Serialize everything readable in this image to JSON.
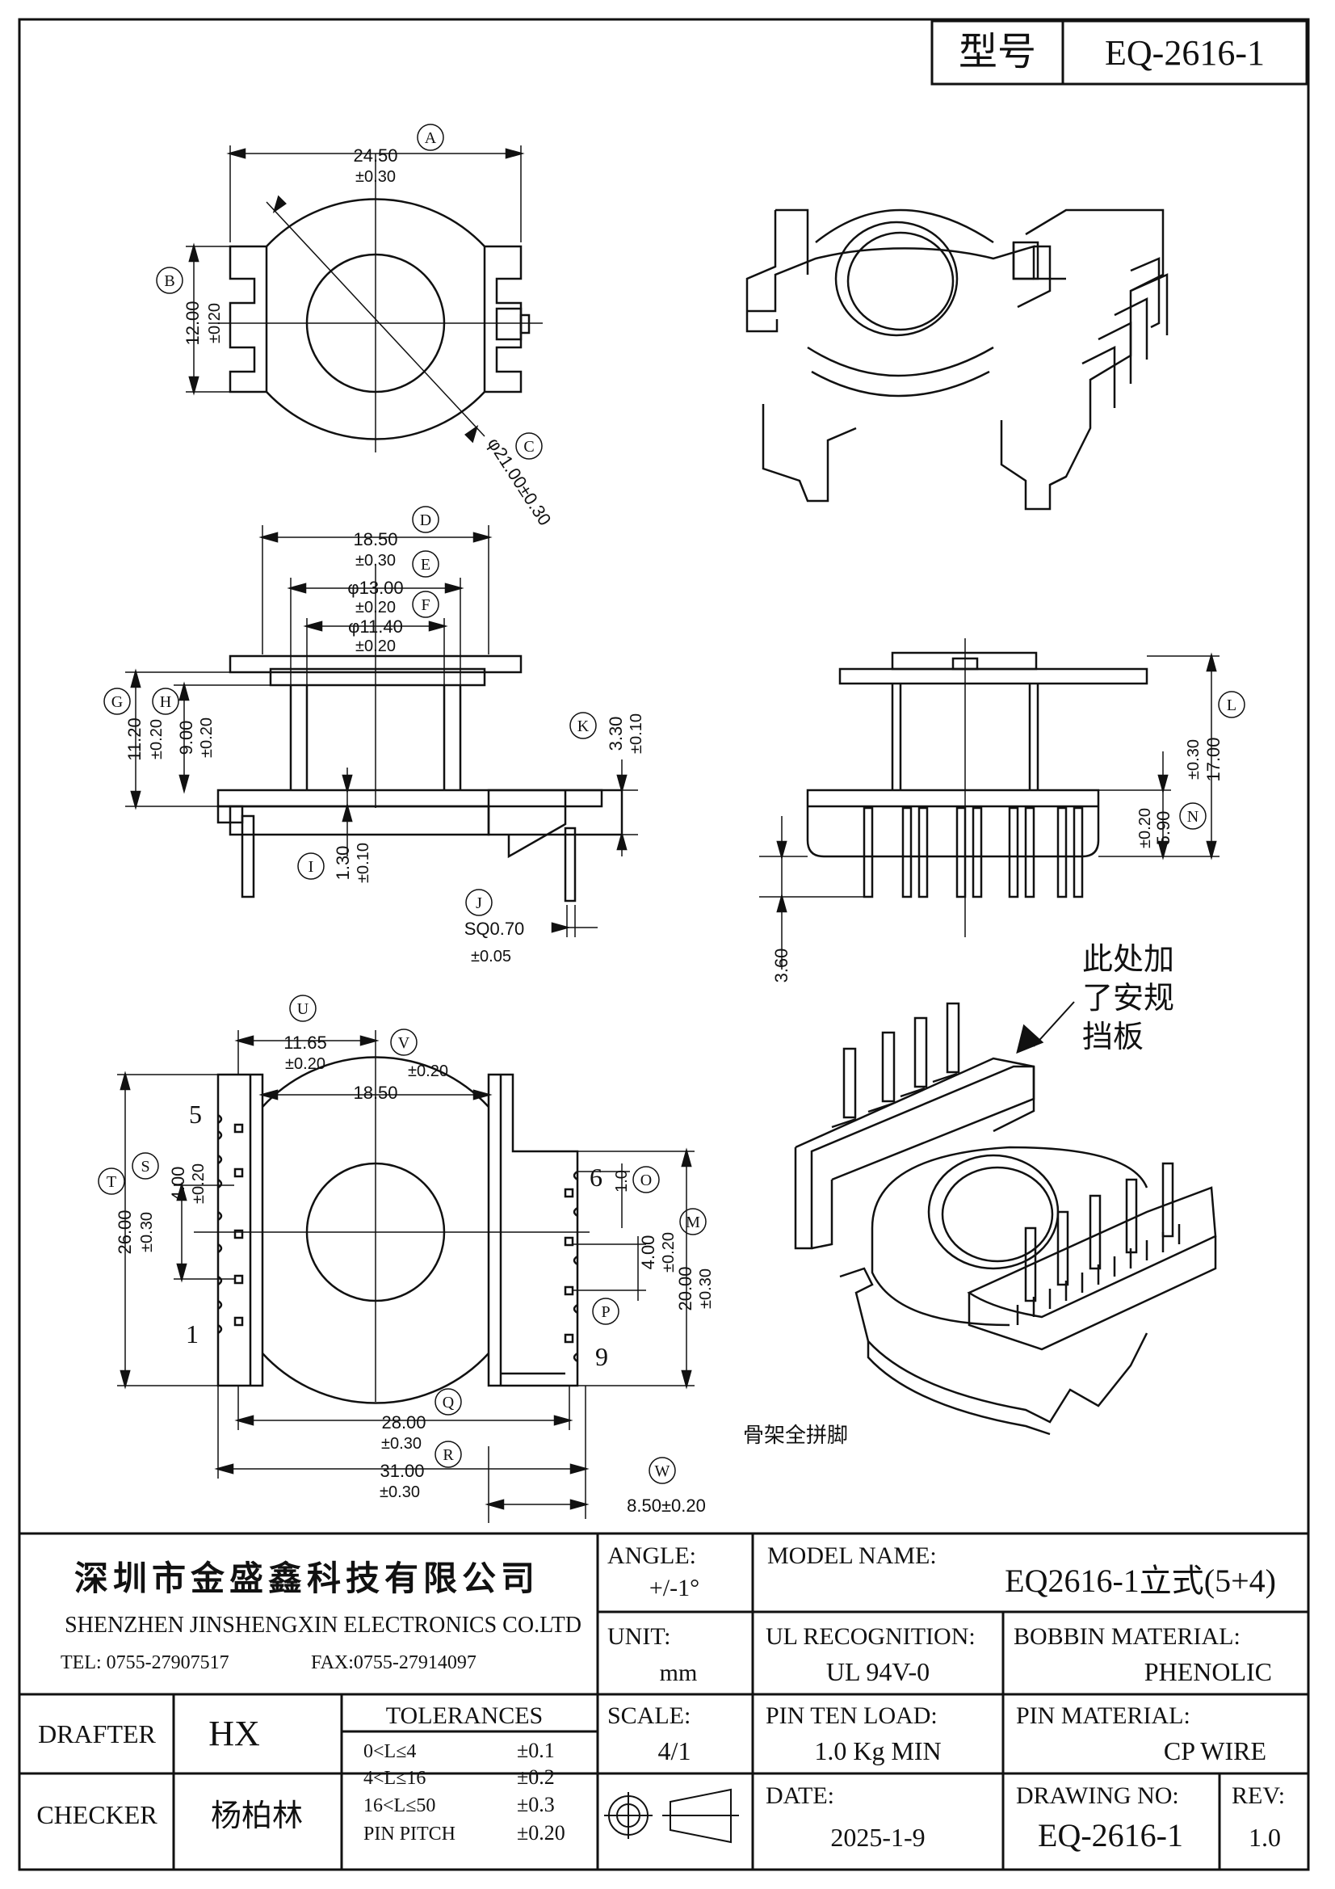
{
  "header": {
    "model_label": "型号",
    "model_value": "EQ-2616-1"
  },
  "dims_top_view": {
    "A_value": "24.50",
    "A_tol": "±0.30",
    "A_tag": "A",
    "B_value": "12.00",
    "B_tol": "±0.20",
    "B_tag": "B",
    "C_value": "φ21.00±0.30",
    "C_tag": "C"
  },
  "dims_side_view": {
    "D_value": "18.50",
    "D_tol": "±0.30",
    "D_tag": "D",
    "E_value": "φ13.00",
    "E_tol": "±0.20",
    "E_tag": "E",
    "F_value": "φ11.40",
    "F_tol": "±0.20",
    "F_tag": "F",
    "G_value": "11.20",
    "G_tol": "±0.20",
    "G_tag": "G",
    "H_value": "9.00",
    "H_tol": "±0.20",
    "H_tag": "H",
    "I_value": "1.30",
    "I_tol": "±0.10",
    "I_tag": "I",
    "J_value": "SQ0.70",
    "J_tol": "±0.05",
    "J_tag": "J",
    "K_value": "3.30",
    "K_tol": "±0.10",
    "K_tag": "K"
  },
  "dims_front_view": {
    "L_value": "17.00",
    "L_tol": "±0.30",
    "L_tag": "L",
    "N_value": "5.90",
    "N_tol": "±0.20",
    "N_tag": "N",
    "pin_length": "3.60"
  },
  "dims_bottom_view": {
    "U_value": "11.65",
    "U_tol": "±0.20",
    "U_tag": "U",
    "V_value": "18.50",
    "V_tol": "±0.20",
    "V_tag": "V",
    "T_value": "26.00",
    "T_tol": "±0.30",
    "T_tag": "T",
    "S_value": "4.00",
    "S_tol": "±0.20",
    "S_tag": "S",
    "O_value": "1.0",
    "O_tag": "O",
    "M_value": "20.00",
    "M_tol": "±0.30",
    "M_tag": "M",
    "P_value": "4.00",
    "P_tol": "±0.20",
    "P_tag": "P",
    "Q_value": "28.00",
    "Q_tol": "±0.30",
    "Q_tag": "Q",
    "R_value": "31.00",
    "R_tol": "±0.30",
    "R_tag": "R",
    "W_value": "8.50±0.20",
    "W_tag": "W",
    "pin_5": "5",
    "pin_1": "1",
    "pin_6": "6",
    "pin_9": "9"
  },
  "notes": {
    "shield_line1": "此处加",
    "shield_line2": "了安规",
    "shield_line3": "挡板",
    "pins_note": "骨架全拼脚"
  },
  "title_block": {
    "company_cn": "深圳市金盛鑫科技有限公司",
    "company_en": "SHENZHEN JINSHENGXIN ELECTRONICS CO.LTD",
    "tel": "TEL: 0755-27907517",
    "fax": "FAX:0755-27914097",
    "angle_label": "ANGLE:",
    "angle_value": "+/-1°",
    "model_name_label": "MODEL NAME:",
    "model_name_value": "EQ2616-1立式(5+4)",
    "unit_label": "UNIT:",
    "unit_value": "mm",
    "ul_label": "UL RECOGNITION:",
    "ul_value": "UL 94V-0",
    "bobbin_label": "BOBBIN MATERIAL:",
    "bobbin_value": "PHENOLIC",
    "drafter_label": "DRAFTER",
    "drafter_value": "HX",
    "checker_label": "CHECKER",
    "checker_value": "杨柏林",
    "tolerances_label": "TOLERANCES",
    "tolerances": [
      {
        "range": "0<L≤4",
        "tol": "±0.1"
      },
      {
        "range": "4<L≤16",
        "tol": "±0.2"
      },
      {
        "range": "16<L≤50",
        "tol": "±0.3"
      },
      {
        "range": "PIN PITCH",
        "tol": "±0.20"
      }
    ],
    "scale_label": "SCALE:",
    "scale_value": "4/1",
    "pin_load_label": "PIN TEN LOAD:",
    "pin_load_value": "1.0 Kg MIN",
    "pin_material_label": "PIN MATERIAL:",
    "pin_material_value": "CP WIRE",
    "date_label": "DATE:",
    "date_value": "2025-1-9",
    "drawing_no_label": "DRAWING NO:",
    "drawing_no_value": "EQ-2616-1",
    "rev_label": "REV:",
    "rev_value": "1.0"
  }
}
